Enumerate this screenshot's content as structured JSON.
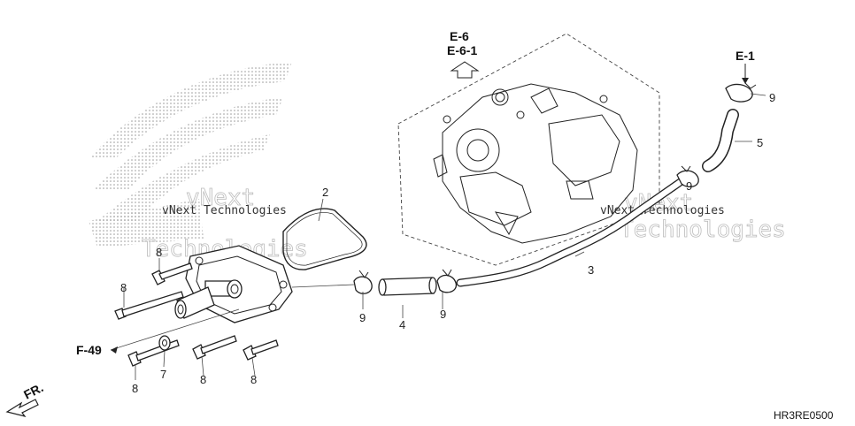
{
  "diagram_code": "HR3RE0500",
  "references": {
    "e6": "E-6",
    "e61": "E-6-1",
    "e1": "E-1",
    "f49": "F-49",
    "front": "FR."
  },
  "callouts": {
    "c2": "2",
    "c3": "3",
    "c4": "4",
    "c5": "5",
    "c7": "7",
    "c8a": "8",
    "c8b": "8",
    "c8c": "8",
    "c8d": "8",
    "c8e": "8",
    "c9a": "9",
    "c9b": "9",
    "c9c": "9",
    "c9d": "9"
  },
  "watermarks": {
    "w1_small": "vNext Technologies",
    "w1_big": "Technologies",
    "w1_big_top": "vNext",
    "w2_small": "vNext Technologies",
    "w2_big": "Technologies",
    "w2_big_top": "vNext"
  }
}
